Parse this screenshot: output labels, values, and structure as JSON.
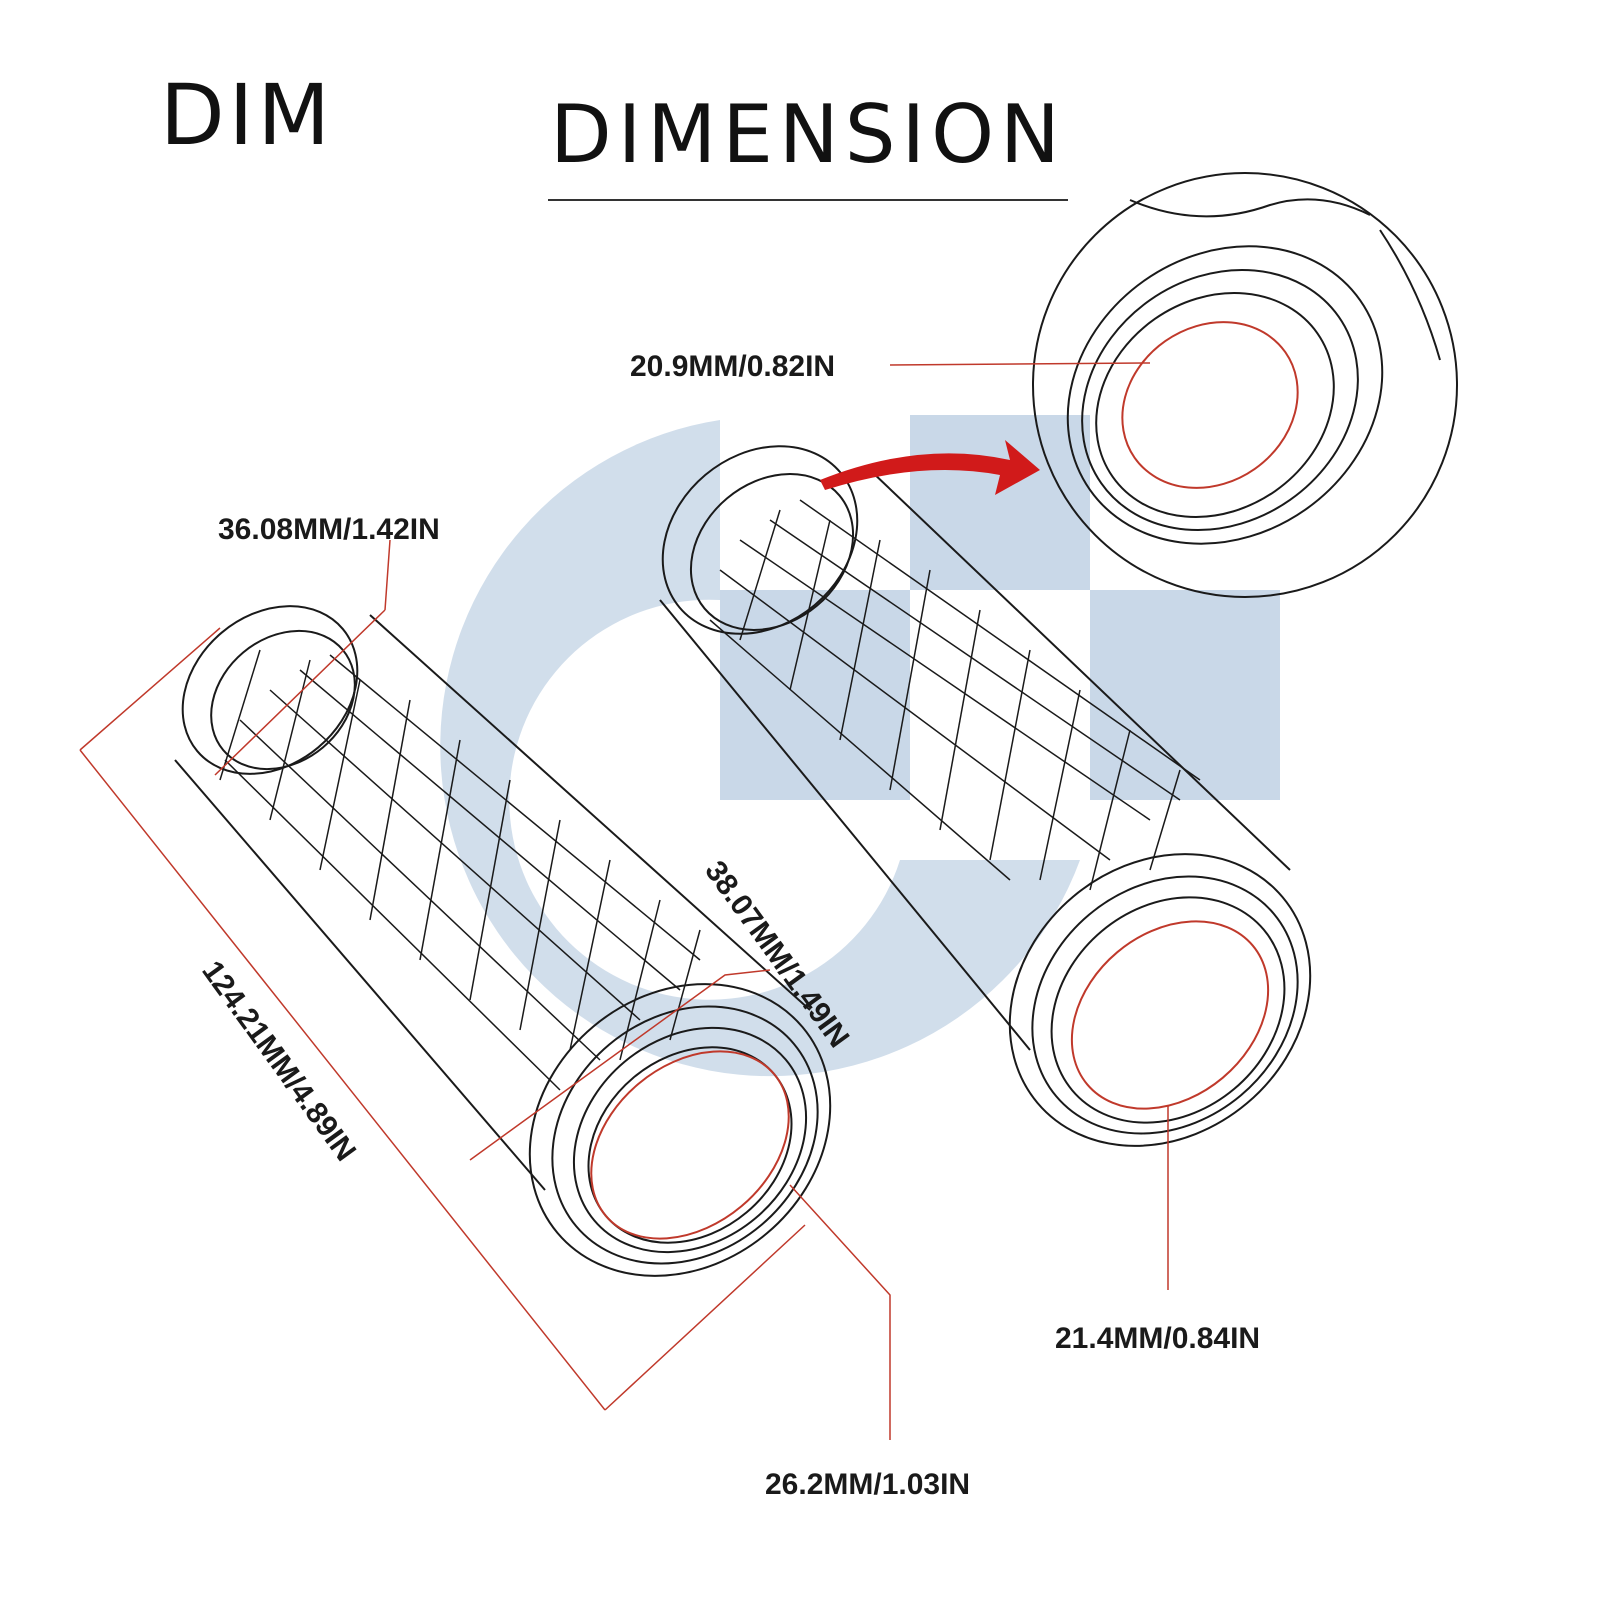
{
  "header": {
    "left_title": "DIM",
    "main_title": "DIMENSION"
  },
  "dimensions": {
    "outer_end_diameter": "36.08MM/1.42IN",
    "total_length": "124.21MM/4.89IN",
    "outer_diameter": "38.07MM/1.49IN",
    "inner_diameter_left": "26.2MM/1.03IN",
    "inner_diameter_closeup": "20.9MM/0.82IN",
    "inner_diameter_right": "21.4MM/0.84IN"
  },
  "colors": {
    "dimension_line": "#c0392b",
    "arrow": "#d11a1a",
    "watermark": "#c9d8e8",
    "outline": "#1a1a1a"
  }
}
